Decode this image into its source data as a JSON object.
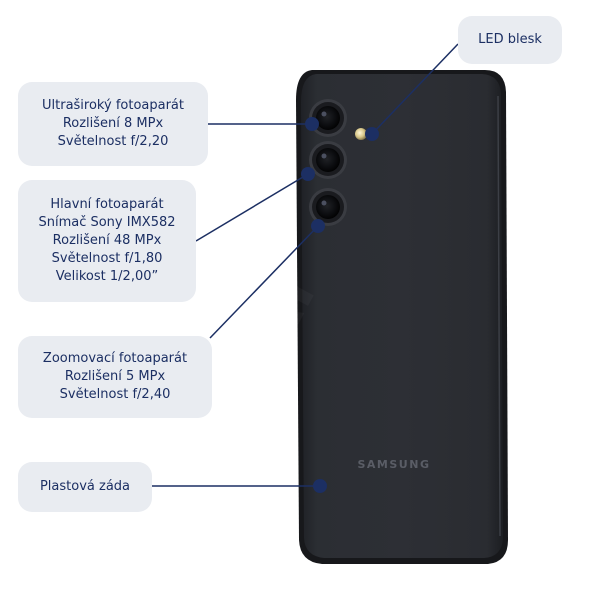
{
  "brand": "SAMSUNG",
  "watermark": "Ar",
  "colors": {
    "callout_bg": "#e9ecf1",
    "text": "#1c2f63",
    "line": "#1c2f63",
    "phone_body": "#2a2c31"
  },
  "callouts": {
    "ultrawide": [
      "Ultraširoký fotoaparát",
      "Rozlišení 8 MPx",
      "Světelnost f/2,20"
    ],
    "main": [
      "Hlavní fotoaparát",
      "Snímač Sony IMX582",
      "Rozlišení 48 MPx",
      "Světelnost f/1,80",
      "Velikost 1/2,00”"
    ],
    "zoom": [
      "Zoomovací fotoaparát",
      "Rozlišení 5 MPx",
      "Světelnost f/2,40"
    ],
    "back": [
      "Plastová záda"
    ],
    "led": [
      "LED blesk"
    ]
  }
}
